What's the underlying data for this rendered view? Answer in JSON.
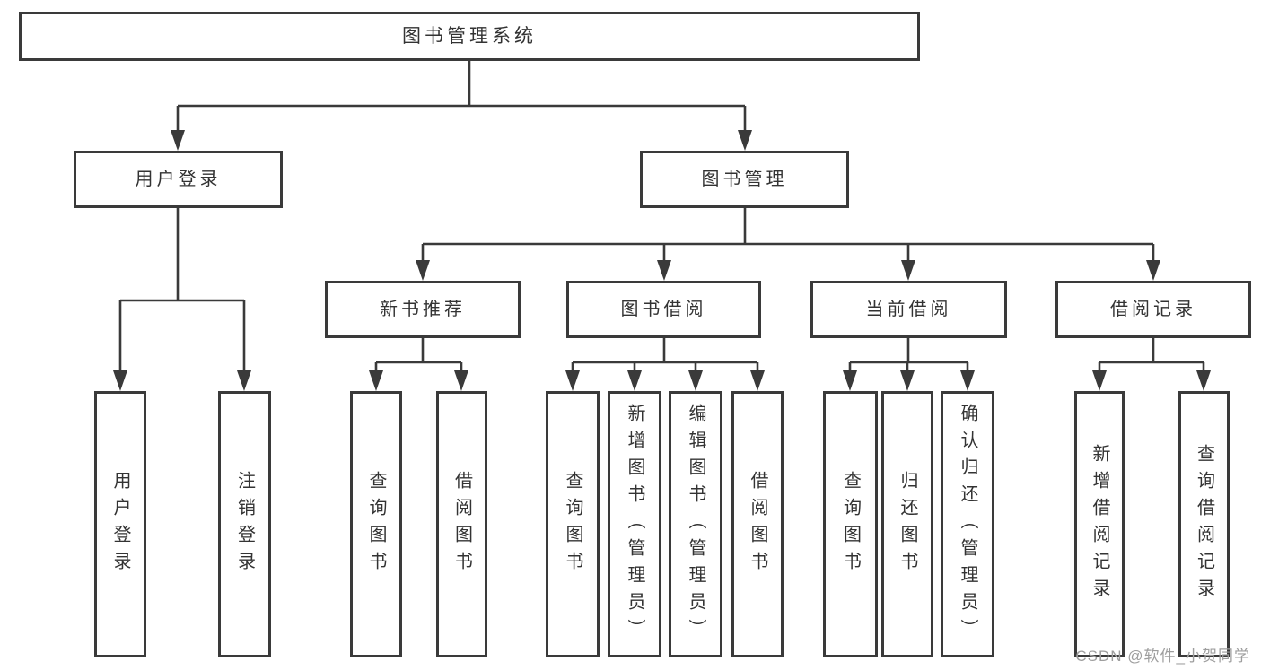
{
  "diagram": {
    "title_node": {
      "label": "图书管理系统"
    },
    "level2": [
      {
        "label": "用户登录"
      },
      {
        "label": "图书管理"
      }
    ],
    "level3": [
      {
        "label": "新书推荐"
      },
      {
        "label": "图书借阅"
      },
      {
        "label": "当前借阅"
      },
      {
        "label": "借阅记录"
      }
    ],
    "leaves": {
      "user_login": [
        "用户登录",
        "注销登录"
      ],
      "new_book": [
        "查询图书",
        "借阅图书"
      ],
      "book_borrow": [
        "查询图书",
        "新增图书（管理员）",
        "编辑图书（管理员）",
        "借阅图书"
      ],
      "current_borrow": [
        "查询图书",
        "归还图书",
        "确认归还（管理员）"
      ],
      "borrow_record": [
        "新增借阅记录",
        "查询借阅记录"
      ]
    }
  },
  "watermark": {
    "text": "CSDN @软件_小贺同学"
  },
  "colors": {
    "line": "#3a3a3a",
    "text": "#333333",
    "watermark": "#9e9e9e",
    "background": "#ffffff"
  }
}
